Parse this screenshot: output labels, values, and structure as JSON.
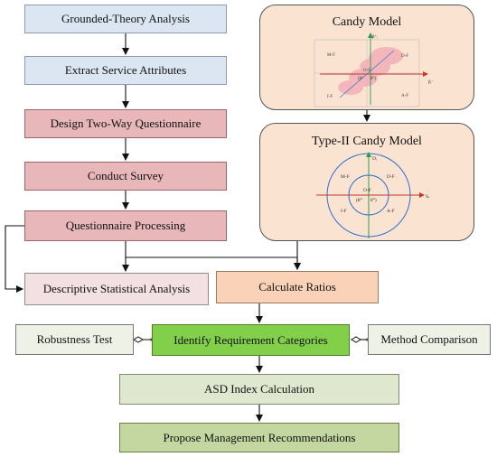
{
  "boxes": {
    "grounded_theory": "Grounded-Theory Analysis",
    "extract_attributes": "Extract Service Attributes",
    "design_questionnaire": "Design Two-Way Questionnaire",
    "conduct_survey": "Conduct Survey",
    "questionnaire_processing": "Questionnaire Processing",
    "descriptive_analysis": "Descriptive Statistical Analysis",
    "calculate_ratios": "Calculate Ratios",
    "robustness_test": "Robustness Test",
    "identify_categories": "Identify Requirement Categories",
    "method_comparison": "Method Comparison",
    "asd_index": "ASD Index Calculation",
    "management_recommendations": "Propose Management Recommendations"
  },
  "candy_model": {
    "title": "Candy Model",
    "quadrants": [
      "M-F",
      "D-F",
      "I-F",
      "A-F"
    ],
    "center_labels": [
      "O-F",
      "(θ⁰",
      "θ⁰)"
    ],
    "axis_labels": [
      "β⁺ᵢ",
      "βᵢ⁻"
    ]
  },
  "type2_model": {
    "title": "Type-II Candy Model",
    "axis_y": "Dᵢ",
    "axis_x": "Sᵢ",
    "quadrants": [
      "M-F",
      "D-F",
      "I-F",
      "A-F"
    ],
    "center": "O-F",
    "theta_left": "(θ⁰",
    "theta_right": "θ⁰)"
  }
}
